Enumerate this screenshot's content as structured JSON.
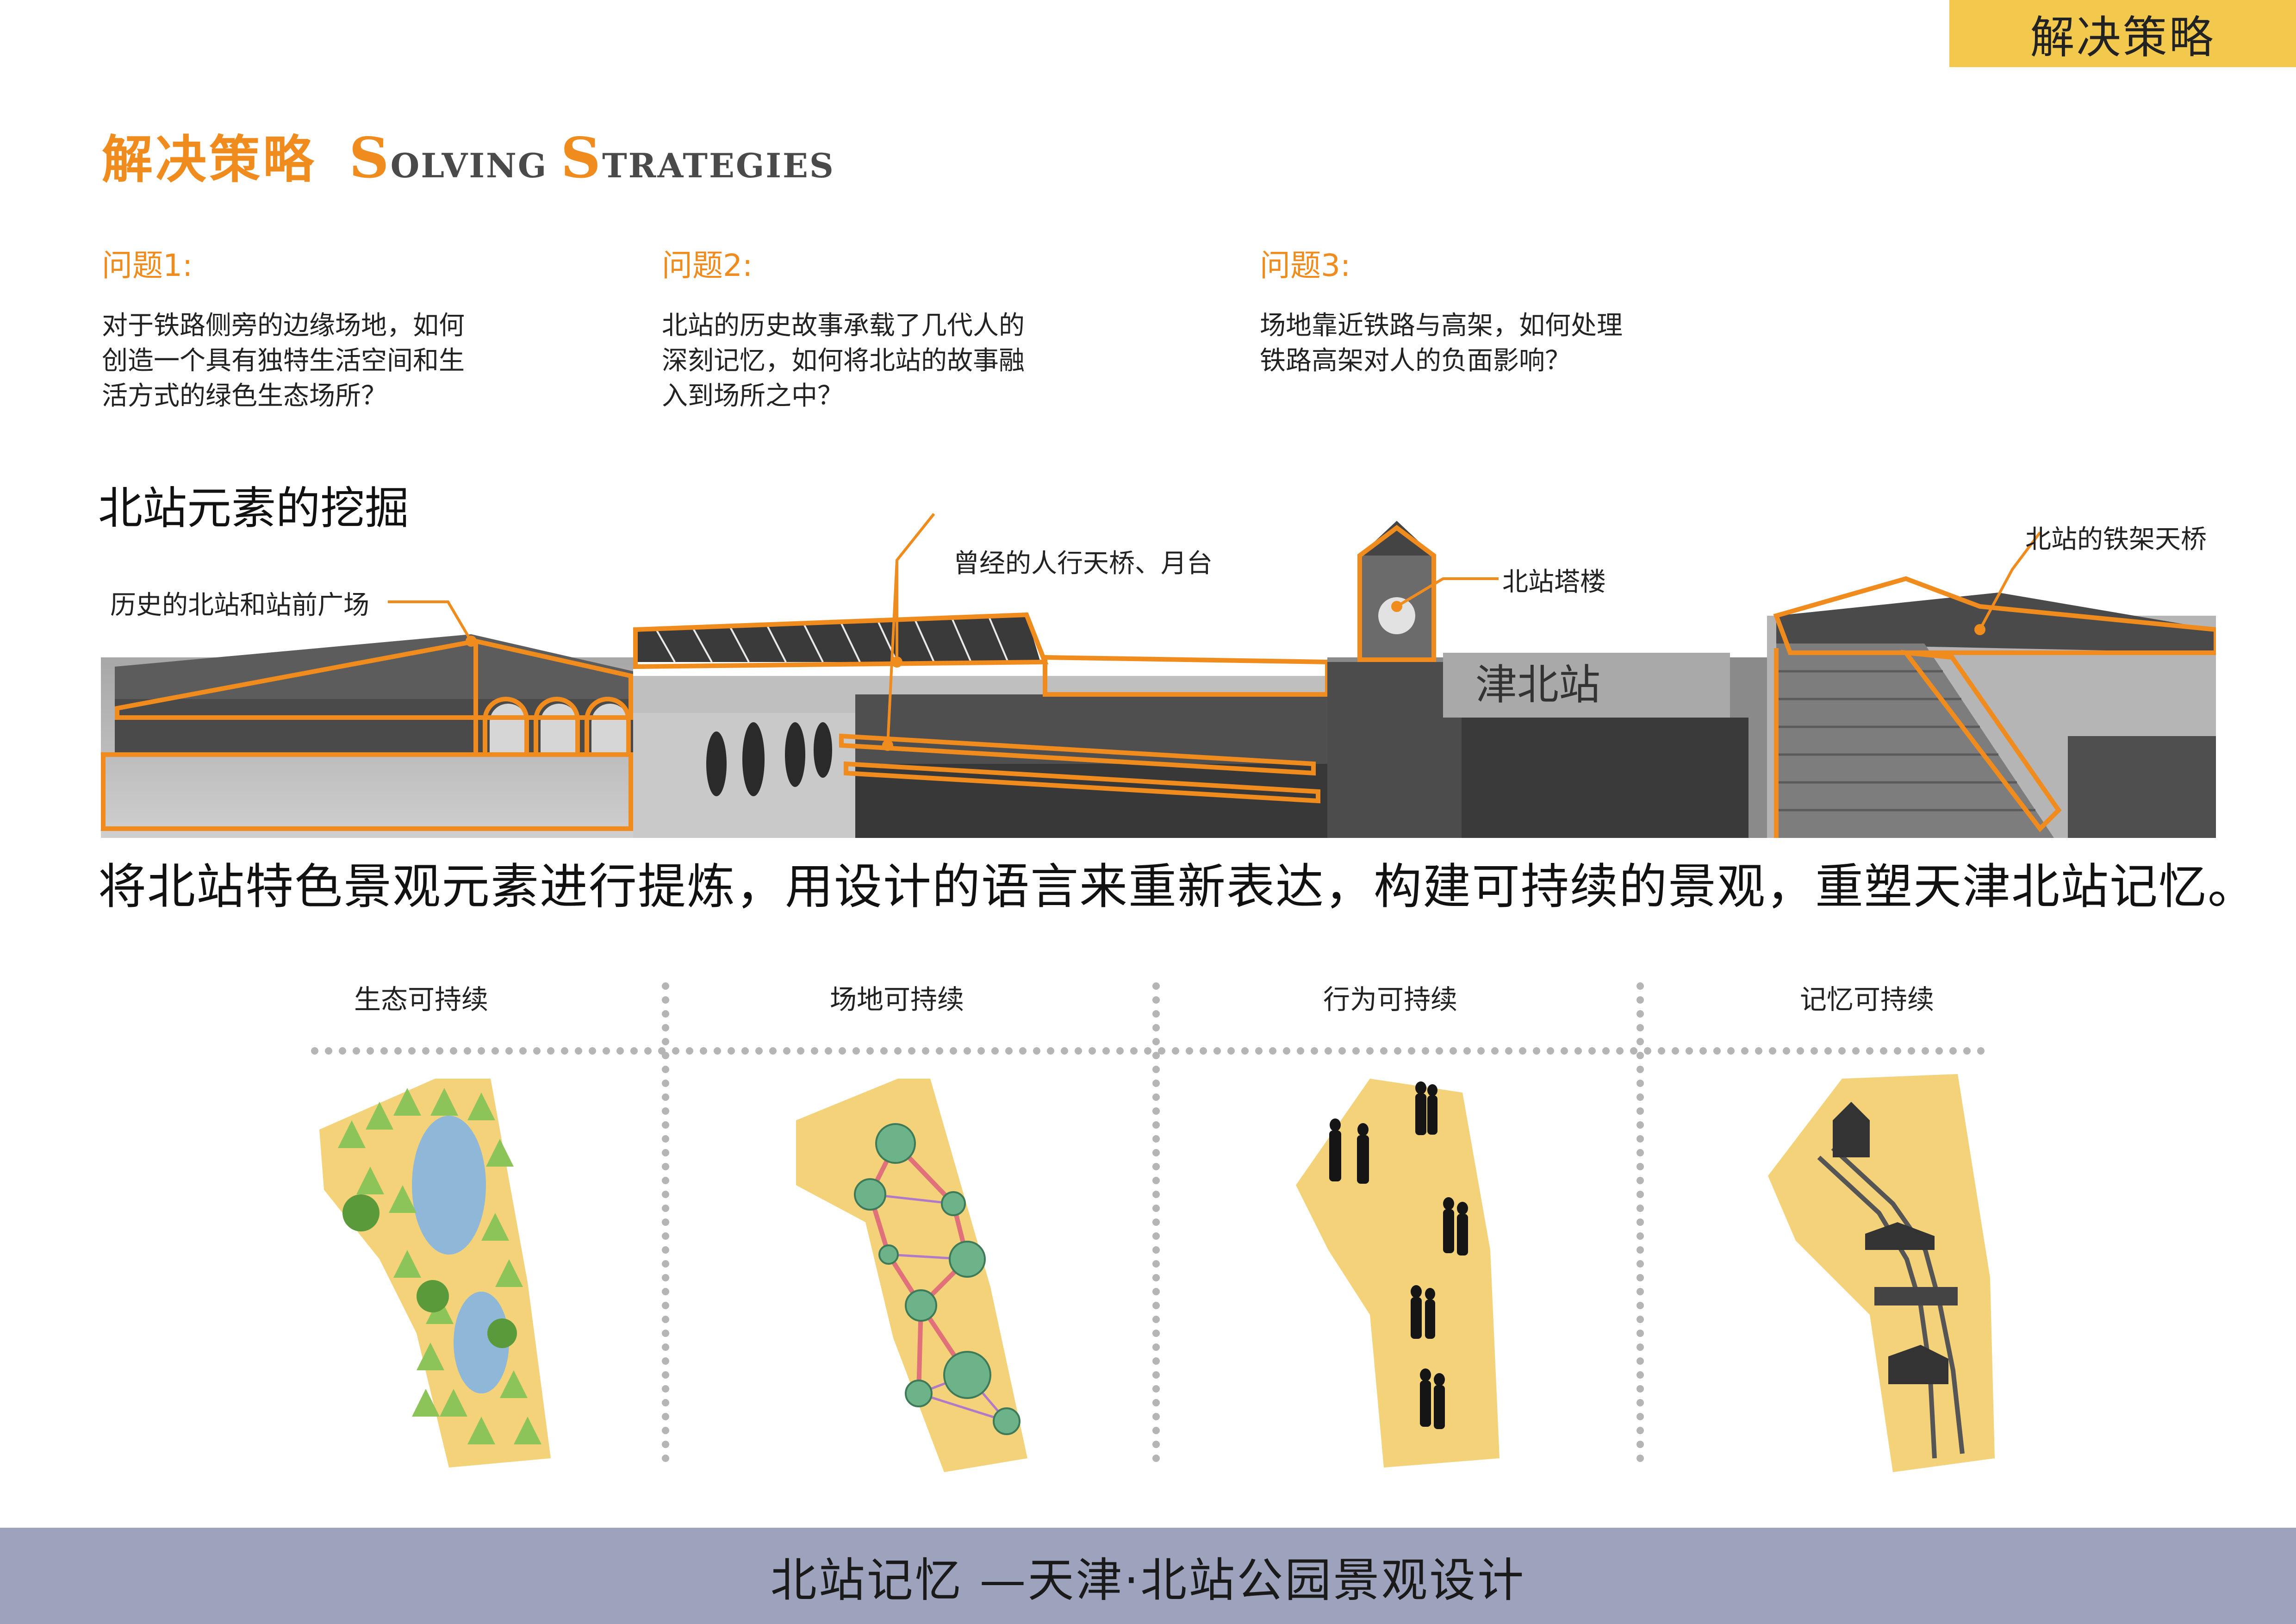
{
  "tag": "解决策略",
  "heading": {
    "cn": "解决策略",
    "en_parts": [
      {
        "cap": "S",
        "rest": "OLVING"
      },
      {
        "cap": "S",
        "rest": "TRATEGIES"
      }
    ]
  },
  "questions": [
    {
      "title": "问题1:",
      "text": "对于铁路侧旁的边缘场地，如何创造一个具有独特生活空间和生活方式的绿色生态场所？",
      "lines": [
        "对于铁路侧旁的边缘场地，如何",
        "创造一个具有独特生活空间和生",
        "活方式的绿色生态场所？"
      ]
    },
    {
      "title": "问题2:",
      "text": "北站的历史故事承载了几代人的深刻记忆，如何将北站的故事融入到场所之中？",
      "lines": [
        "北站的历史故事承载了几代人的",
        "深刻记忆，如何将北站的故事融",
        "入到场所之中？"
      ]
    },
    {
      "title": "问题3:",
      "text": "场地靠近铁路与高架，如何处理铁路高架对人的负面影响？",
      "lines": [
        "场地靠近铁路与高架，如何处理",
        "铁路高架对人的负面影响？"
      ]
    }
  ],
  "section_title": "北站元素的挖掘",
  "callouts": {
    "plaza": "历史的北站和站前广场",
    "bridge": "曾经的人行天桥、月台",
    "tower": "北站塔楼",
    "iron_bridge": "北站的铁架天桥"
  },
  "station_sign": "津北站",
  "slogan": "将北站特色景观元素进行提炼，用设计的语言来重新表达，构建可持续的景观，重塑天津北站记忆。",
  "columns": [
    "生态可持续",
    "场地可持续",
    "行为可持续",
    "记忆可持续"
  ],
  "footer": "北站记忆 —天津·北站公园景观设计",
  "colors": {
    "accent": "#f08c1e",
    "tag_bg": "#f2c94c",
    "site_fill": "#f3d27a",
    "footer_bg": "#9ea3bd",
    "node": "#6db38a",
    "link": "#e0707a"
  }
}
